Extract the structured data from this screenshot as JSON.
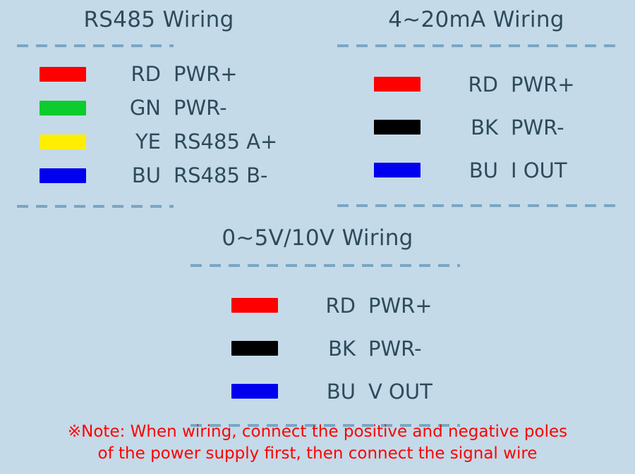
{
  "background_color": "#c4dae8",
  "text_color": "#2e4a5b",
  "rule_color": "#7ba6c2",
  "panels": {
    "rs485": {
      "title": "RS485 Wiring",
      "rows": [
        {
          "color": "#ff0000",
          "color_name": "red-swatch",
          "code": "RD",
          "function": "PWR+"
        },
        {
          "color": "#0ccc2e",
          "color_name": "green-swatch",
          "code": "GN",
          "function": "PWR-"
        },
        {
          "color": "#ffee00",
          "color_name": "yellow-swatch",
          "code": "YE",
          "function": "RS485 A+"
        },
        {
          "color": "#0000ee",
          "color_name": "blue-swatch",
          "code": "BU",
          "function": "RS485 B-"
        }
      ]
    },
    "current_loop": {
      "title": "4~20mA Wiring",
      "rows": [
        {
          "color": "#ff0000",
          "color_name": "red-swatch",
          "code": "RD",
          "function": "PWR+"
        },
        {
          "color": "#000000",
          "color_name": "black-swatch",
          "code": "BK",
          "function": "PWR-"
        },
        {
          "color": "#0000ee",
          "color_name": "blue-swatch",
          "code": "BU",
          "function": "I OUT"
        }
      ]
    },
    "voltage": {
      "title": "0~5V/10V Wiring",
      "rows": [
        {
          "color": "#ff0000",
          "color_name": "red-swatch",
          "code": "RD",
          "function": "PWR+"
        },
        {
          "color": "#000000",
          "color_name": "black-swatch",
          "code": "BK",
          "function": "PWR-"
        },
        {
          "color": "#0000ee",
          "color_name": "blue-swatch",
          "code": "BU",
          "function": "V OUT"
        }
      ]
    }
  },
  "note": {
    "color": "#ff0000",
    "line1": "※Note: When wiring, connect the positive and negative poles",
    "line2": "of the power supply first, then connect the signal wire"
  }
}
